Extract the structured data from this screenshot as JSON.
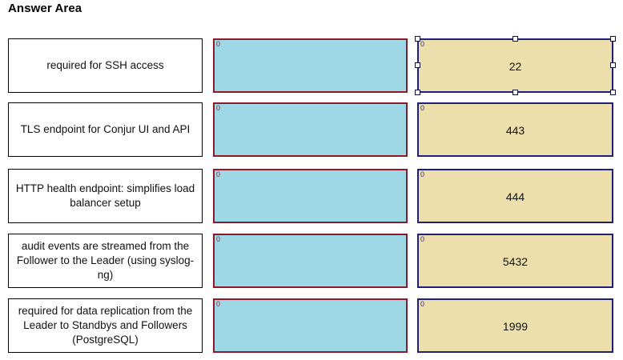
{
  "page": {
    "title": "Answer Area",
    "background_color": "#ffffff"
  },
  "colors": {
    "drop_fill": "#9ed8e7",
    "drop_border": "#8e1828",
    "answer_fill": "#ecdfab",
    "answer_border": "#20207a",
    "prompt_fill": "#ffffff",
    "prompt_border": "#000000",
    "handle_fill": "#ffffff",
    "handle_border": "#101040"
  },
  "anchor_marker": "0",
  "rows": [
    {
      "prompt": "required for SSH access",
      "drop_target_value": "",
      "answer_value": "22",
      "selected": true
    },
    {
      "prompt": "TLS endpoint for Conjur UI and API",
      "drop_target_value": "",
      "answer_value": "443",
      "selected": false
    },
    {
      "prompt": "HTTP health endpoint: simplifies load balancer setup",
      "drop_target_value": "",
      "answer_value": "444",
      "selected": false
    },
    {
      "prompt": "audit events are streamed from the Follower to the Leader (using syslog-ng)",
      "drop_target_value": "",
      "answer_value": "5432",
      "selected": false
    },
    {
      "prompt": "required for data replication from the Leader to Standbys and Followers (PostgreSQL)",
      "drop_target_value": "",
      "answer_value": "1999",
      "selected": false
    }
  ]
}
